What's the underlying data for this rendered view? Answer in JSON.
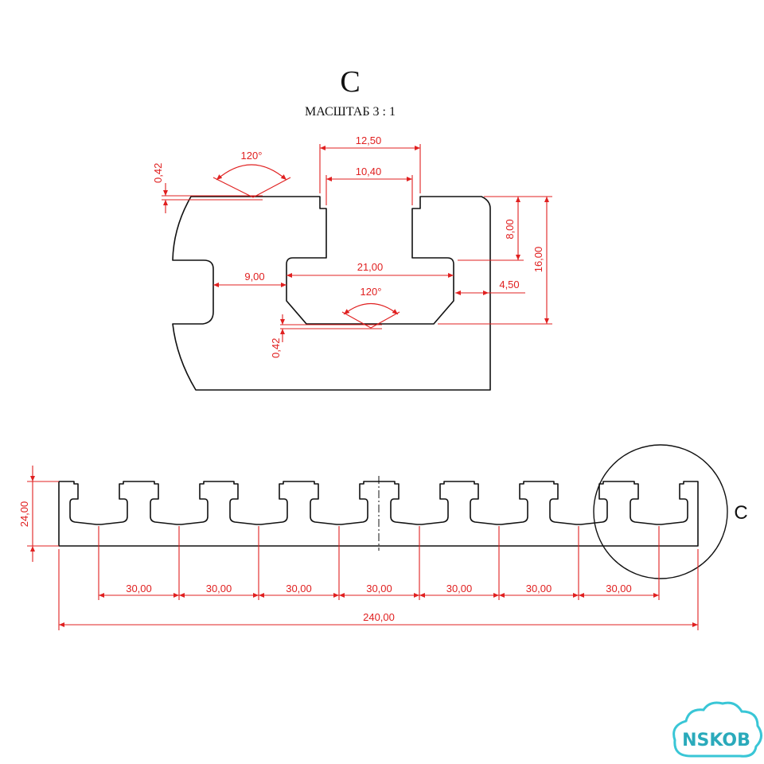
{
  "detail": {
    "label": "C",
    "scale_label": "МАСШТАБ 3 : 1",
    "dims": {
      "groove_outer": "12,50",
      "groove_inner": "10,40",
      "angle_top": "120°",
      "chamfer_top": "0,42",
      "slot_width": "21,00",
      "web": "9,00",
      "angle_bottom": "120°",
      "chamfer_bottom": "0,42",
      "slot_depth": "8,00",
      "height": "16,00",
      "lip": "4,50"
    }
  },
  "overview": {
    "height": "24,00",
    "pitches": [
      "30,00",
      "30,00",
      "30,00",
      "30,00",
      "30,00",
      "30,00",
      "30,00"
    ],
    "total_length": "240,00",
    "callout": "C"
  },
  "logo": {
    "text": "NSKOB"
  }
}
